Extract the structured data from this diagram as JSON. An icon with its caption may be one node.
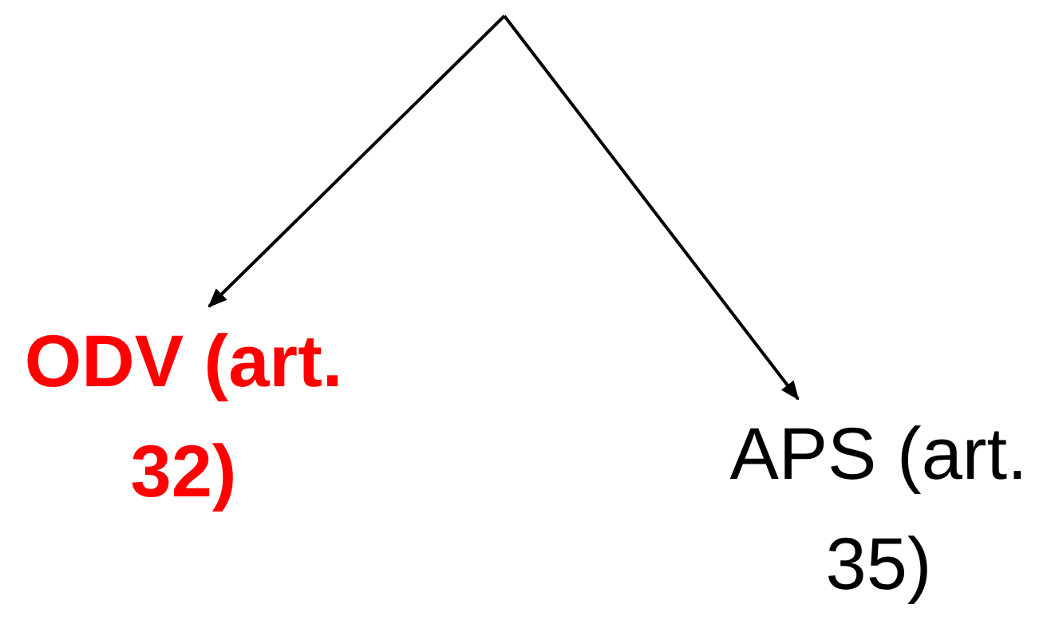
{
  "diagram": {
    "nodes": [
      {
        "text": [
          "ODV (art. 32)"
        ]
      },
      {
        "text": [
          "APS (art. 35)"
        ]
      }
    ],
    "edges": [
      {
        "from": null,
        "to": 0,
        "arrow": "to"
      },
      {
        "from": null,
        "to": 1,
        "arrow": "to"
      }
    ]
  }
}
